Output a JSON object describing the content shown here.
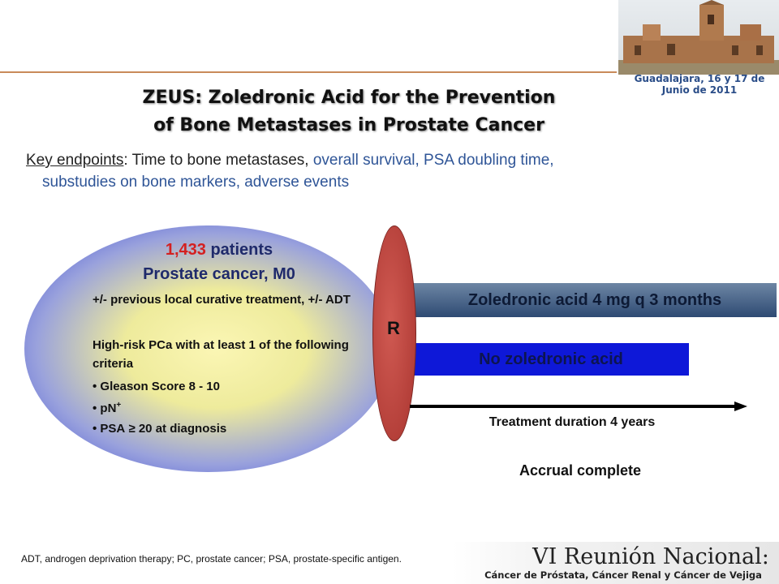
{
  "header": {
    "photo_caption": "Guadalajara, 16 y 17 de Junio de 2011"
  },
  "title": {
    "line1": "ZEUS: Zoledronic Acid for the Prevention",
    "line2": "of Bone Metastases in Prostate Cancer"
  },
  "endpoints": {
    "lead": "Key endpoints",
    "first": "Time to bone metastases,",
    "rest_line1": "overall survival, PSA doubling time,",
    "line2": "substudies on bone markers, adverse events"
  },
  "population": {
    "count": "1,433",
    "count_suffix": "patients",
    "disease": "Prostate cancer, M0",
    "criterion1": "+/- previous local curative treatment, +/- ADT",
    "criterion2": "High-risk PCa with at least 1 of the following criteria",
    "bullets": [
      "Gleason Score 8 - 10",
      "pN",
      "PSA",
      "20 at diagnosis"
    ],
    "pn_superscript": "+",
    "psa_symbol": "≥"
  },
  "randomization": {
    "label": "R"
  },
  "arms": {
    "arm1": "Zoledronic acid 4 mg q 3 months",
    "arm2": "No zoledronic acid"
  },
  "timeline": {
    "duration": "Treatment duration 4 years",
    "status": "Accrual complete"
  },
  "footnote": "ADT, androgen deprivation therapy; PC, prostate cancer; PSA, prostate-specific antigen.",
  "conference": {
    "name": "VI Reunión Nacional:",
    "subtitle": "Cáncer de Próstata, Cáncer Renal y Cáncer de Vejiga"
  },
  "colors": {
    "accent_red": "#d42020",
    "arm1_bar": "#3e5a82",
    "arm2_bar": "#0e18d8",
    "r_node": "#b5403a"
  }
}
